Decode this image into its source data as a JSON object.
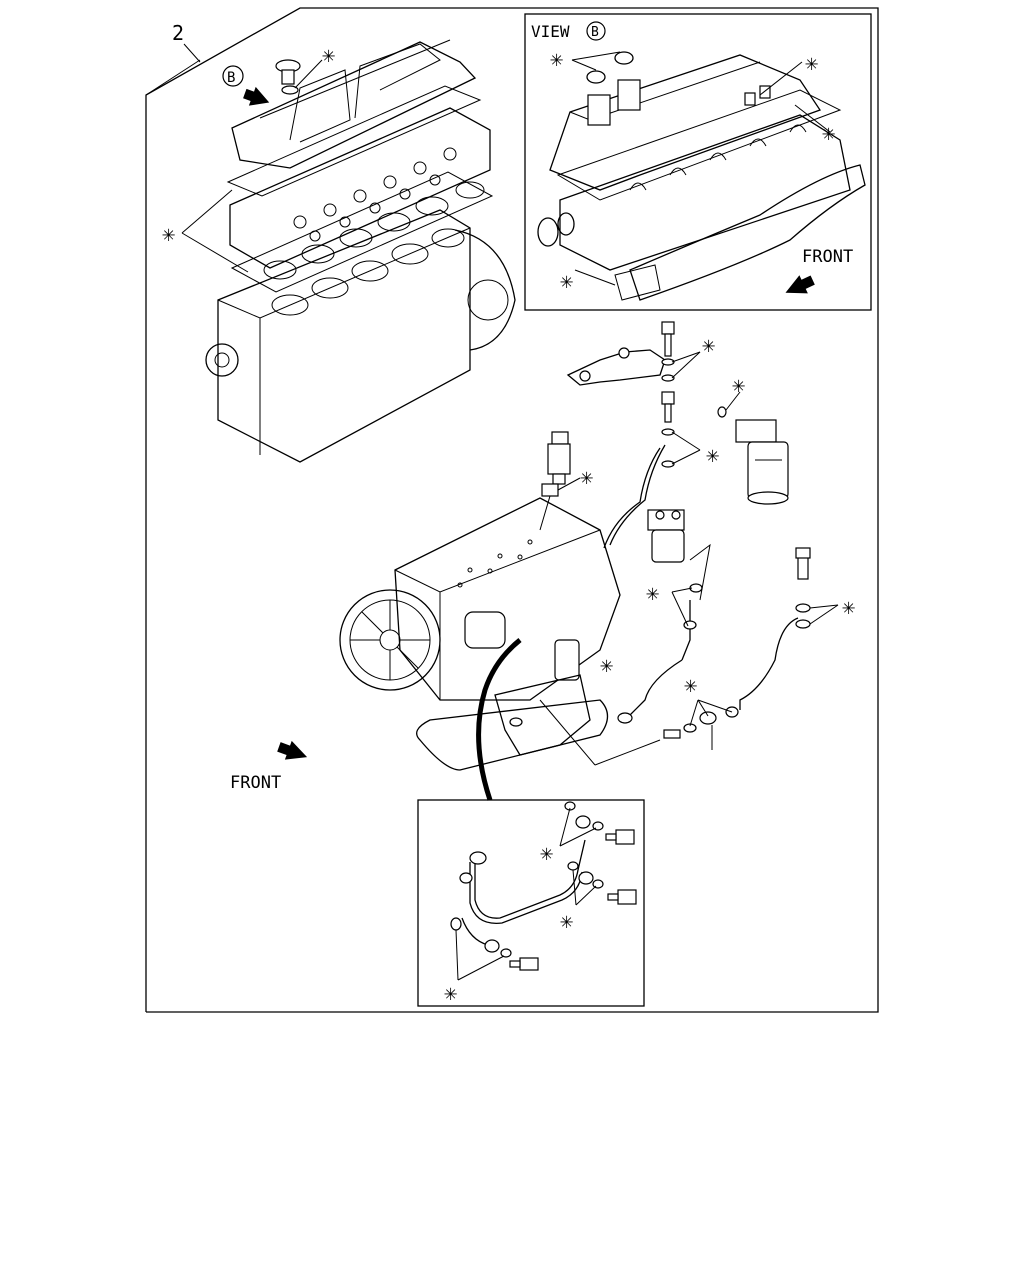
{
  "callout": {
    "number": "2"
  },
  "view_marker": {
    "letter": "B"
  },
  "inset_view": {
    "title": "VIEW",
    "circled_letter": "B",
    "direction_label": "FRONT"
  },
  "main_view": {
    "direction_label": "FRONT"
  },
  "marks": {
    "asterisk": "✳"
  },
  "colors": {
    "line": "#000000",
    "background": "#ffffff"
  }
}
